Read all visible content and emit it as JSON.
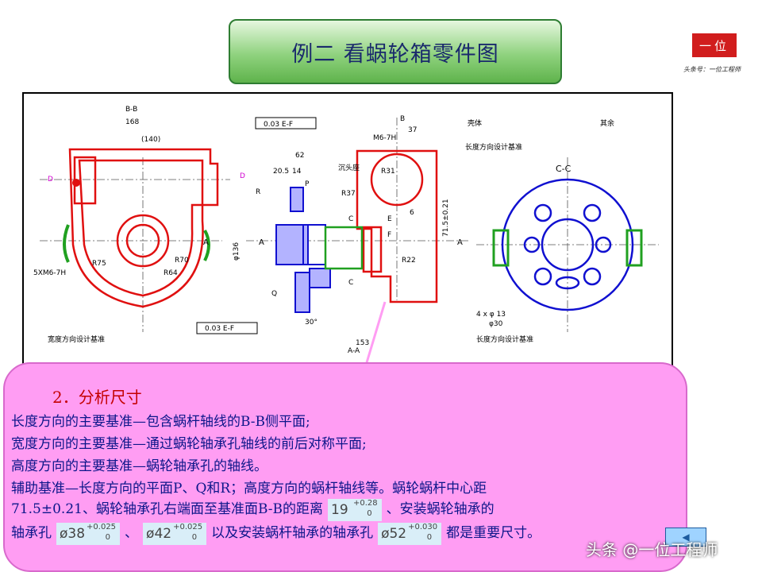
{
  "title": "例二  看蜗轮箱零件图",
  "logo": {
    "mark": "一位",
    "subtitle": "头条号：一位工程师"
  },
  "drawing": {
    "section_bb": "B-B",
    "section_aa": "A-A",
    "section_cc": "C-C",
    "dim_168": "168",
    "dim_140": "(140)",
    "dim_62": "62",
    "dim_37": "37",
    "dim_153": "153",
    "dim_30deg": "30°",
    "dim_71_5": "71.5±0.21",
    "label_shell": "壳体",
    "label_length_datum": "长度方向设计基准",
    "label_width_datum": "宽度方向设计基准",
    "label_sink": "沉头座",
    "label_rest": "其余",
    "tol_frame1": "0.03  E-F",
    "tol_frame2": "0.03  E-F",
    "thread_m6": "M6-7H",
    "thread_5xm6": "5XM6-7H",
    "holes_4x13": "4 x φ 13",
    "hole_30": "φ30",
    "letter_a": "A",
    "letter_b": "B",
    "letter_c": "C",
    "letter_d": "D",
    "letter_e": "E",
    "letter_f": "F",
    "letter_r": "R",
    "letter_q": "Q",
    "letter_p": "P",
    "dim_r75": "R75",
    "dim_r70": "R70",
    "dim_r64": "R64",
    "dim_r37": "R37",
    "dim_r31": "R31",
    "dim_r22": "R22",
    "dim_20_5": "20.5",
    "dim_14": "14",
    "dim_136": "φ136",
    "dim_6": "6"
  },
  "panel": {
    "heading": "2．分析尺寸",
    "line1": "长度方向的主要基准—包含蜗杆轴线的B-B侧平面;",
    "line2": "宽度方向的主要基准—通过蜗轮轴承孔轴线的前后对称平面;",
    "line3": "高度方向的主要基准—蜗轮轴承孔的轴线。",
    "line4": "辅助基准—长度方向的平面P、Q和R；高度方向的蜗杆轴线等。蜗轮蜗杆中心距",
    "line5_a": "71.5±0.21、蜗轮轴承孔右端面至基准面B-B的距离",
    "line5_b": "、安装蜗轮轴承的",
    "line6_a": "轴承孔",
    "line6_b": "、",
    "line6_c": "以及安装蜗杆轴承的轴承孔",
    "line6_d": "都是重要尺寸。",
    "tol1": {
      "nominal": "19",
      "upper": "+0.28",
      "lower": "0"
    },
    "tol2": {
      "nominal": "ø38",
      "upper": "+0.025",
      "lower": "0"
    },
    "tol3": {
      "nominal": "ø42",
      "upper": "+0.025",
      "lower": "0"
    },
    "tol4": {
      "nominal": "ø52",
      "upper": "+0.030",
      "lower": "0"
    }
  },
  "watermark": "头条 @一位工程师",
  "colors": {
    "red_part": "#e01010",
    "blue_part": "#1010d0",
    "green_part": "#20a020",
    "panel": "#ff9df3"
  }
}
